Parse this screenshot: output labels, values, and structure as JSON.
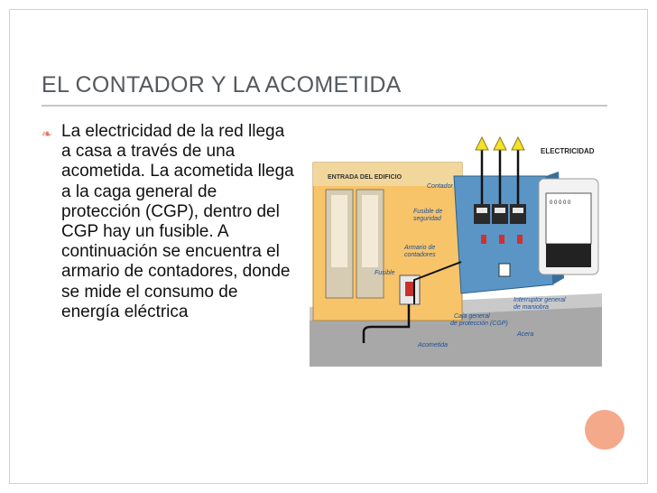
{
  "slide": {
    "title": "EL CONTADOR Y LA ACOMETIDA",
    "bullet_glyph": "❧",
    "body": "La electricidad de la red llega a casa a través de una acometida. La acometida llega a la caga general de protección (CGP), dentro del CGP hay un fusible. A continuación se encuentra el armario de contadores, donde se mide el consumo de energía eléctrica"
  },
  "diagram": {
    "entrada": "ENTRADA DEL EDIFICIO",
    "electricidad": "ELECTRICIDAD",
    "contador": "Contador",
    "fusible_seguridad_1": "Fusible de",
    "fusible_seguridad_2": "seguridad",
    "armario_1": "Armario de",
    "armario_2": "contadores",
    "fusible": "Fusible",
    "interruptor_1": "Interruptor general",
    "interruptor_2": "de maniobra",
    "caja_1": "Caja general",
    "caja_2": "de protección (CGP)",
    "acera": "Acera",
    "acometida": "Acometida",
    "meter_display": "0 0 0 0 0"
  },
  "colors": {
    "accent": "#e07a5f",
    "title": "#555a5f",
    "circle": "#f4a98a"
  }
}
